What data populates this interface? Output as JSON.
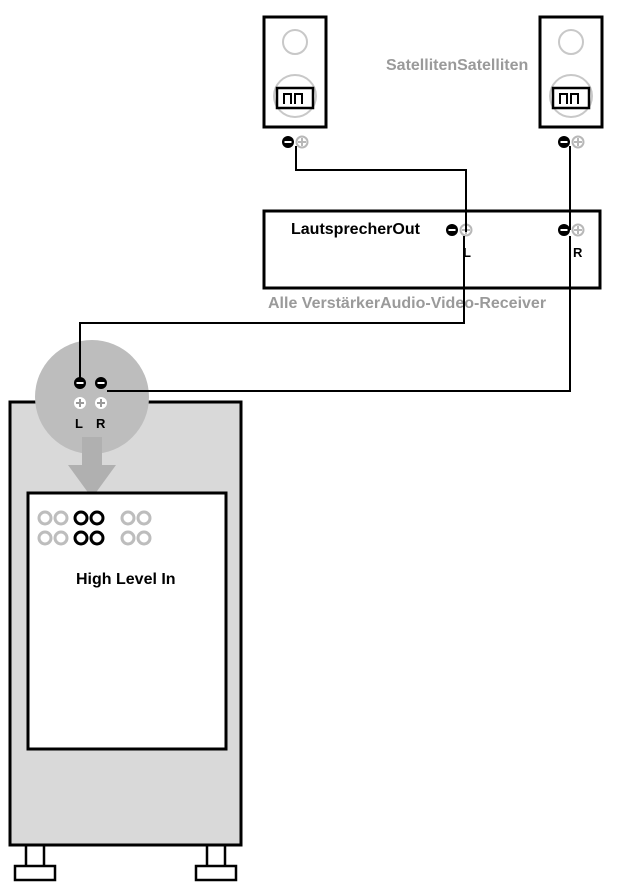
{
  "labels": {
    "satellites": "SatellitenSatelliten",
    "speaker_out": "LautsprecherOut",
    "receiver": "Alle VerstärkerAudio-Video-Receiver",
    "high_level_in": "High Level In",
    "left": "L",
    "right": "R"
  },
  "colors": {
    "line": "#000000",
    "subwoofer_body": "#d9d9d9",
    "highlight_circle": "#bdbdbd",
    "arrow": "#b0b0b0",
    "terminal_gray": "#b8b8b8",
    "label_gray": "#9a9a9a"
  }
}
